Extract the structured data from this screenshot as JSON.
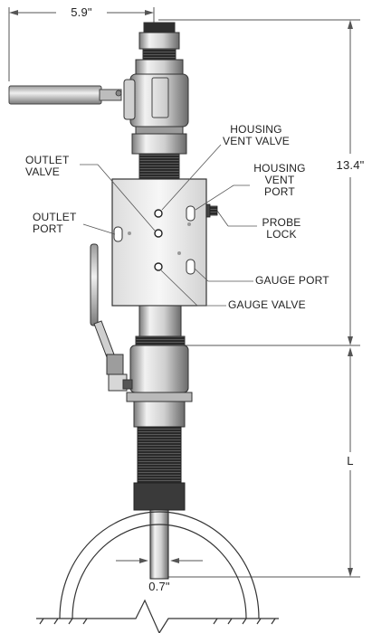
{
  "labels": {
    "housing_vent_valve_1": "HOUSING",
    "housing_vent_valve_2": "VENT VALVE",
    "housing_vent_port_1": "HOUSING",
    "housing_vent_port_2": "VENT",
    "housing_vent_port_3": "PORT",
    "outlet_valve_1": "OUTLET",
    "outlet_valve_2": "VALVE",
    "outlet_port_1": "OUTLET",
    "outlet_port_2": "PORT",
    "probe_lock_1": "PROBE",
    "probe_lock_2": "LOCK",
    "gauge_port": "GAUGE PORT",
    "gauge_valve": "GAUGE VALVE"
  },
  "dimensions": {
    "width": "5.9\"",
    "overall_height": "13.4\"",
    "insertion_length": "L",
    "probe_diameter": "0.7\""
  },
  "colors": {
    "metal_dark": "#6e6e6e",
    "metal_light": "#e4e4e4",
    "thread": "#1f1f1f",
    "line": "#333333"
  }
}
